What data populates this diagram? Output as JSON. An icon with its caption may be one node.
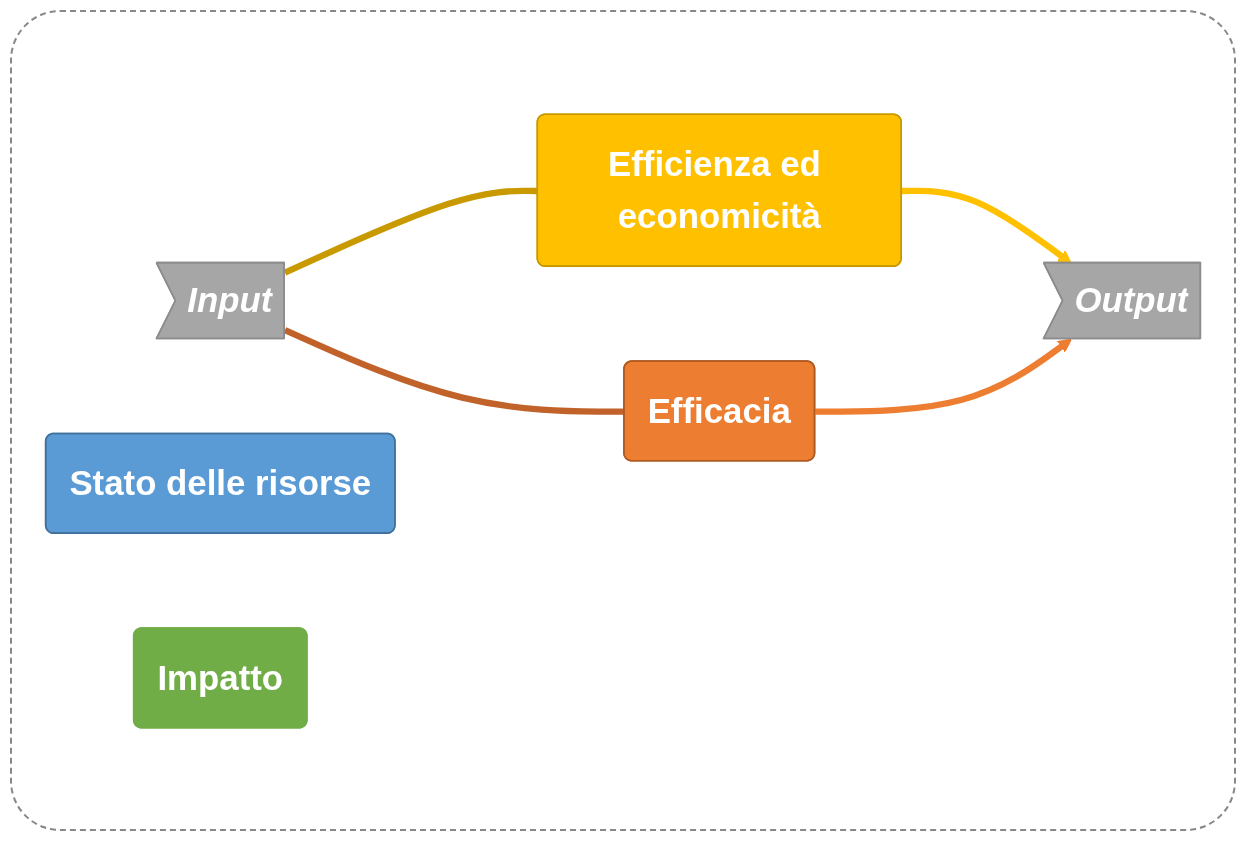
{
  "diagram": {
    "nodes": [
      {
        "text": [
          "Input"
        ]
      },
      {
        "text": [
          "Efficienza ed economicità"
        ]
      },
      {
        "text": [
          "Stato delle risorse"
        ]
      },
      {
        "text": [
          "Efficacia"
        ]
      },
      {
        "text": [
          "Output"
        ]
      },
      {
        "text": [
          "Impatto"
        ]
      }
    ],
    "edges": [
      {
        "from": 0,
        "to": 1,
        "arrow": "none",
        "color": "#c99a00"
      },
      {
        "from": 1,
        "to": 4,
        "arrow": "to",
        "color": "#ffc000"
      },
      {
        "from": 0,
        "to": 3,
        "arrow": "none",
        "color": "#c0622a"
      },
      {
        "from": 3,
        "to": 4,
        "arrow": "to",
        "color": "#ed7d31"
      }
    ]
  }
}
